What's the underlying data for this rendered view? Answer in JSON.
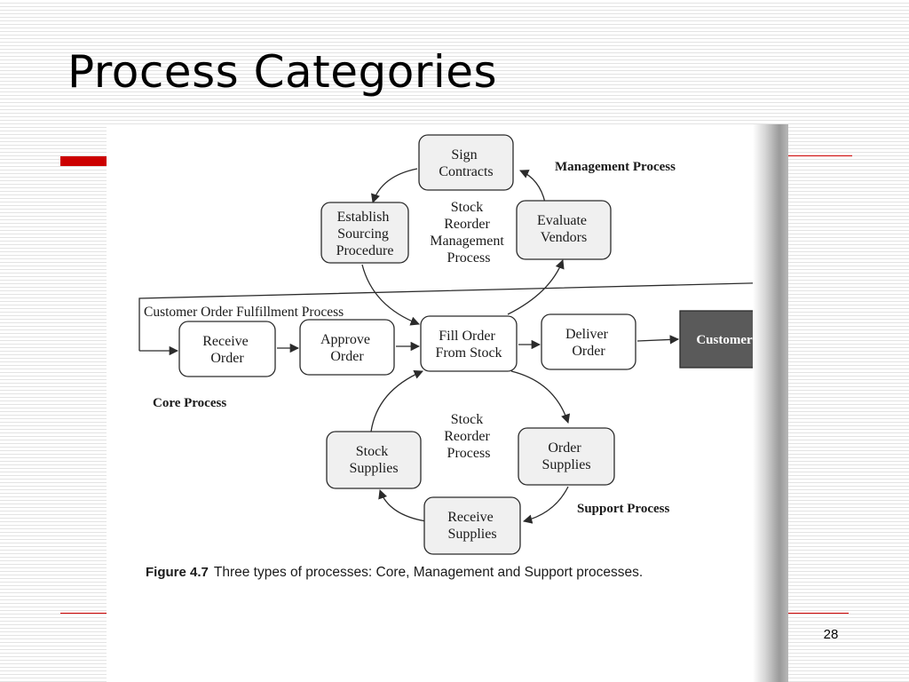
{
  "slide": {
    "title": "Process Categories",
    "number": "28",
    "accent_color": "#cc0000"
  },
  "figure": {
    "label": "Figure 4.7",
    "caption": "Three types of processes: Core, Management and Support processes.",
    "labels": {
      "management": "Management Process",
      "fulfillment": "Customer Order Fulfillment Process",
      "core": "Core Process",
      "support": "Support Process"
    },
    "nodes": {
      "sign_contracts": [
        "Sign",
        "Contracts"
      ],
      "establish_sourcing": [
        "Establish",
        "Sourcing",
        "Procedure"
      ],
      "evaluate_vendors": [
        "Evaluate",
        "Vendors"
      ],
      "receive_order": [
        "Receive",
        "Order"
      ],
      "approve_order": [
        "Approve",
        "Order"
      ],
      "fill_order": [
        "Fill Order",
        "From Stock"
      ],
      "deliver_order": [
        "Deliver",
        "Order"
      ],
      "customer": [
        "Customer"
      ],
      "stock_supplies": [
        "Stock",
        "Supplies"
      ],
      "order_supplies": [
        "Order",
        "Supplies"
      ],
      "receive_supplies": [
        "Receive",
        "Supplies"
      ]
    },
    "cycle_labels": {
      "management_cycle": [
        "Stock",
        "Reorder",
        "Management",
        "Process"
      ],
      "support_cycle": [
        "Stock",
        "Reorder",
        "Process"
      ]
    },
    "node_shading": {
      "process_fill": "#f0f0f0",
      "customer_fill": "#5a5a5a",
      "line_color": "#2b2b2b"
    }
  }
}
